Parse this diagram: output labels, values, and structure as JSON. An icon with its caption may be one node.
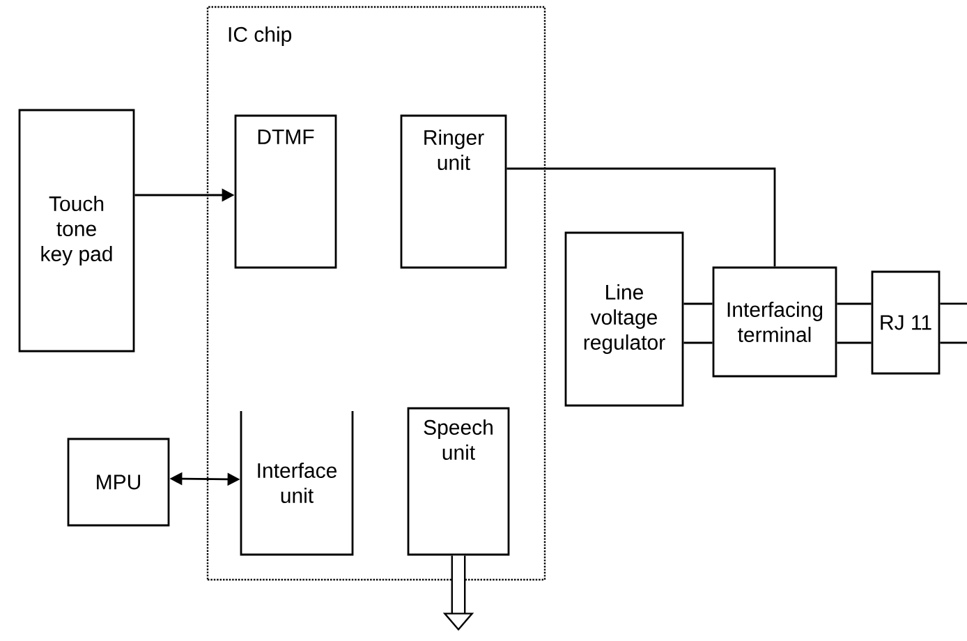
{
  "diagram": {
    "nodes": [
      {
        "text": [
          "IC chip"
        ]
      },
      {
        "text": [
          "Touch tone key pad"
        ]
      },
      {
        "text": [
          "DTMF"
        ],
        "in": 0
      },
      {
        "text": [
          "Ringer unit"
        ],
        "in": 0
      },
      {
        "text": [
          "MPU"
        ]
      },
      {
        "text": [
          "Interface unit"
        ],
        "in": 0
      },
      {
        "text": [
          "Speech unit"
        ],
        "in": 0
      },
      {
        "text": [
          "Line voltage regulator"
        ]
      },
      {
        "text": [
          "Interfacing terminal"
        ]
      },
      {
        "text": [
          "RJ 11"
        ]
      }
    ],
    "edges": [
      {
        "from": 1,
        "to": 2,
        "arrow": "to"
      },
      {
        "from": 4,
        "to": 5,
        "arrow": "both"
      },
      {
        "from": 3,
        "to": 8,
        "arrow": "none"
      },
      {
        "from": 7,
        "to": 8,
        "arrow": "none"
      },
      {
        "from": 7,
        "to": 8,
        "arrow": "none"
      },
      {
        "from": 8,
        "to": 9,
        "arrow": "none"
      },
      {
        "from": 8,
        "to": 9,
        "arrow": "none"
      },
      {
        "from": 9,
        "to": null,
        "arrow": "none"
      },
      {
        "from": 9,
        "to": null,
        "arrow": "none"
      },
      {
        "from": 6,
        "to": null,
        "arrow": "to",
        "style": "thick"
      }
    ]
  }
}
